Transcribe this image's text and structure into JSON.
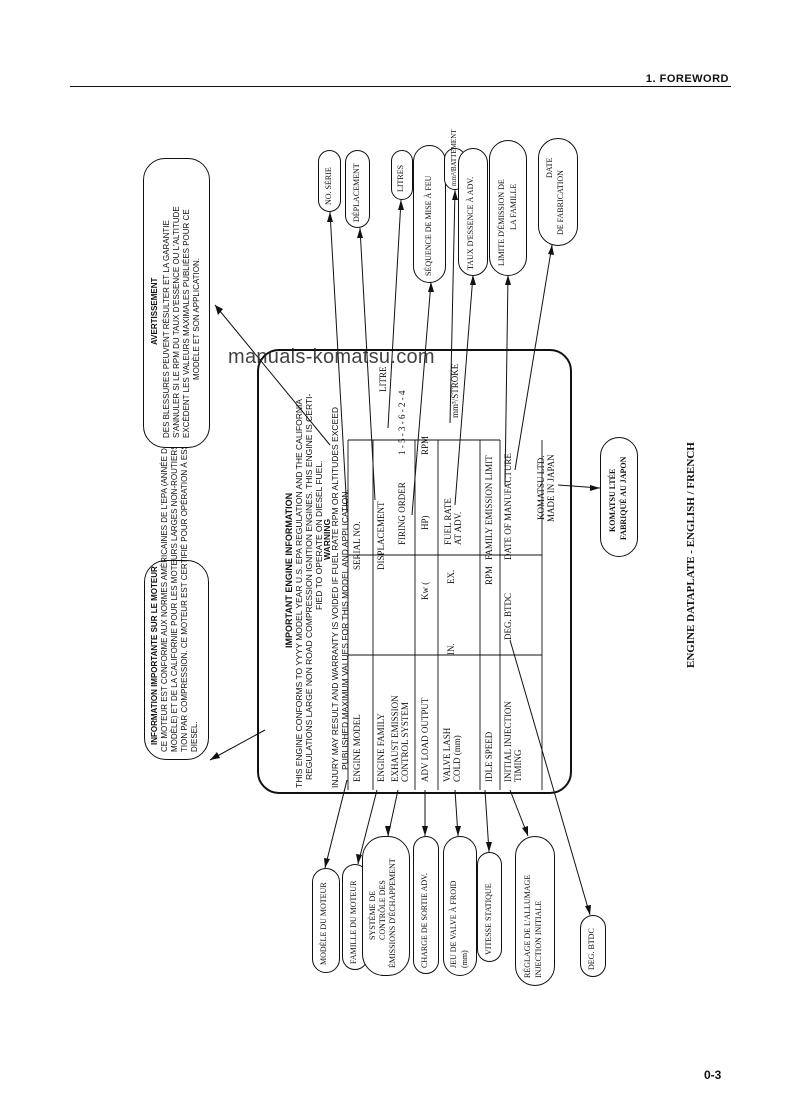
{
  "header": {
    "section_title": "1.  FOREWORD"
  },
  "watermark": "manuals-komatsu.com",
  "caption": "ENGINE DATAPLATE - ENGLISH / FRENCH",
  "page_number": "0-3",
  "plate": {
    "title": "IMPORTANT ENGINE INFORMATION",
    "intro": [
      "THIS ENGINE CONFORMS TO YYYY MODEL YEAR U.S. EPA REGULATION AND THE CALIFORNIA",
      "REGULATIONS LARGE NON ROAD COMPRESSION IGNITION ENGINES. THIS ENGINE IS CERTI-",
      "FIED TO OPERATE ON DIESEL FUEL."
    ],
    "warning_title": "WARNING",
    "warning": [
      "INJURY MAY RESULT AND WARRANTY IS VOIDED IF FUEL RATE RPM OR ALTITUDES EXCEED",
      "PUBLISHED MAXIMUM VALUES FOR THIS MODEL AND APPLICATION."
    ],
    "engine_model": "ENGINE MODEL",
    "serial_no": "SERIAL NO.",
    "engine_family": "ENGINE FAMILY",
    "displacement": "DISPLACEMENT",
    "litre": "LITRE",
    "exhaust_emission": [
      "EXHAUST EMISSION",
      "CONTROL SYSTEM"
    ],
    "firing_order_label": "FIRING ORDER",
    "firing_order_value": "1 - 5 - 3 - 6 - 2 - 4",
    "adv_load_output": "ADV LOAD OUTPUT",
    "kw": "Kw  (",
    "hp": "HP)",
    "rpm": "RPM",
    "valve_lash": [
      "VALVE LASH",
      "COLD (mm)"
    ],
    "in": "IN.",
    "ex": "EX.",
    "fuel_rate": [
      "FUEL RATE",
      "AT ADV."
    ],
    "mm_stroke": "mm³/STROKE",
    "idle_speed": "IDLE SPEED",
    "rpm2": "RPM",
    "family_emission_limit": "FAMILY EMISSION LIMIT",
    "initial_injection": [
      "INITIAL INJECTION",
      "TIMING"
    ],
    "deg_btdc": "DEG. BTDC",
    "date_of_manufacture": "DATE OF MANUFACTURE",
    "maker": [
      "KOMATSU LTD.",
      "MADE IN JAPAN"
    ]
  },
  "callouts": {
    "info_moteur": [
      "INFORMATION IMPORTANTE SUR LE MOTEUR",
      "CE MOTEUR EST CONFORME AUX NORMES AMÉRICAINES DE L'EPA (ANNÉE DU",
      "MODÈLE) ET DE LA CALIFORNIE POUR LES MOTEURS LARGES NON-ROUTIERS À IGNI-",
      "TION PAR COMPRESSION. CE MOTEUR EST CERTIFIÉ POUR OPÉRATION À ESSENCE",
      "DIESEL."
    ],
    "avertissement": [
      "AVERTISSEMENT",
      "DES BLESSURES PEUVENT RÉSULTER ET LA GARANTIE",
      "S'ANNULER SI LE RPM DU TAUX D'ESSENCE OU L'ALTITUDE",
      "EXCÈDENT LES VALEURS MAXIMALES PUBLIÉES POUR CE",
      "MODÈLE ET SON APPLICATION."
    ],
    "no_serie": "NO. SÉRIE",
    "deplacement": "DÉPLACEMENT",
    "litres": "LITRES",
    "sequence": "SÉQUENCE DE MISE À FEU",
    "mm_battement": "mm³/BATTEMENT",
    "taux": "TAUX D'ESSENCE À ADV.",
    "limite": [
      "LIMITE D'ÉMISSION DE",
      "LA FAMILLE"
    ],
    "date_fab": [
      "DATE",
      "DE FABRICATION"
    ],
    "komatsu_fr": [
      "KOMATSU LTÉE",
      "FABRIQUÉ AU JAPON"
    ],
    "modele": "MODÈLE DU MOTEUR",
    "famille": "FAMILLE DU MOTEUR",
    "systeme": [
      "SYSTÈME DE",
      "CONTRÔLE DES",
      "ÉMISSIONS D'ÉCHAPPEMENT"
    ],
    "charge": "CHARGE DE SORTIE ADV.",
    "jeu": [
      "JEU DE VALVE À FROID",
      "(mm)"
    ],
    "vitesse": "VITESSE STATIQUE",
    "reglage": [
      "RÉGLAGE DE L'ALLUMAGE",
      "INJECTION INITIALE"
    ],
    "deg_btdc_fr": "DEG. BTDC"
  }
}
